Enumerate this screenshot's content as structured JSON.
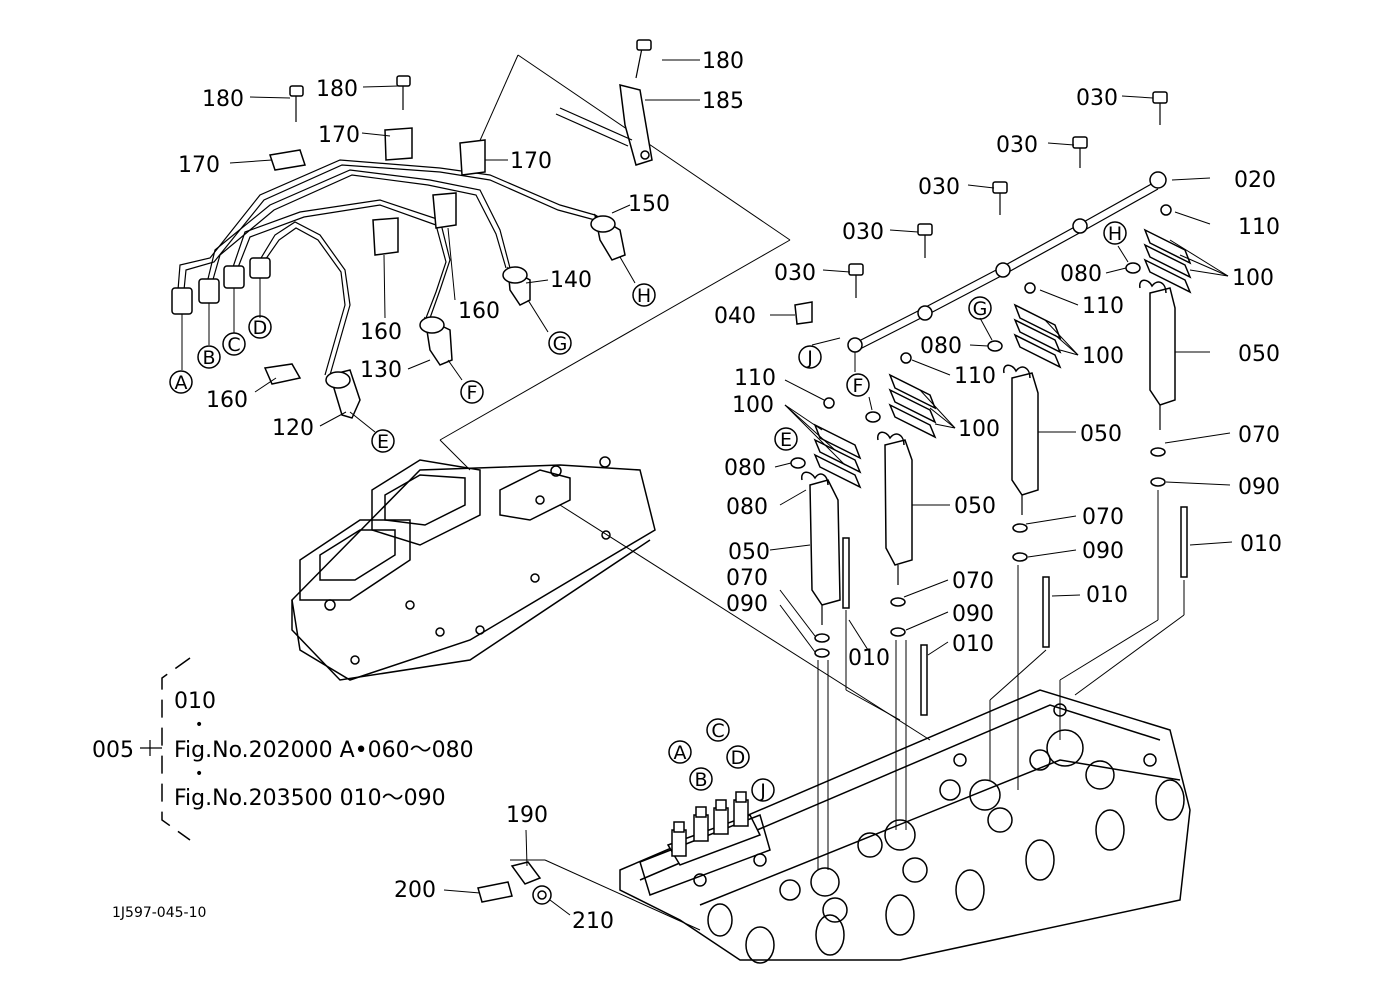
{
  "drawing_id": "1J597-045-10",
  "part_labels": {
    "p180a": "180",
    "p180b": "180",
    "p180c": "180",
    "p185": "185",
    "p170a": "170",
    "p170b": "170",
    "p170c": "170",
    "p160a": "160",
    "p160b": "160",
    "p160c": "160",
    "p150": "150",
    "p140": "140",
    "p130": "130",
    "p120": "120",
    "p030a": "030",
    "p030b": "030",
    "p030c": "030",
    "p030d": "030",
    "p030e": "030",
    "p020": "020",
    "p110a": "110",
    "p110b": "110",
    "p110c": "110",
    "p110d": "110",
    "p100a": "100",
    "p100b": "100",
    "p100c": "100",
    "p100d": "100",
    "p080a": "080",
    "p080b": "080",
    "p080c": "080",
    "p080d": "080",
    "p040": "040",
    "p050a": "050",
    "p050b": "050",
    "p050c": "050",
    "p050d": "050",
    "p070a": "070",
    "p070b": "070",
    "p070c": "070",
    "p070d": "070",
    "p090a": "090",
    "p090b": "090",
    "p090c": "090",
    "p090d": "090",
    "p010a": "010",
    "p010b": "010",
    "p010c": "010",
    "p010d": "010",
    "p190": "190",
    "p200": "200",
    "p210": "210"
  },
  "callouts": {
    "A1": "A",
    "B1": "B",
    "C1": "C",
    "D1": "D",
    "E1": "E",
    "F1": "F",
    "G1": "G",
    "H1": "H",
    "E2": "E",
    "F2": "F",
    "G2": "G",
    "H2": "H",
    "J2": "J",
    "A3": "A",
    "B3": "B",
    "C3": "C",
    "D3": "D",
    "J3": "J"
  },
  "reference_box": {
    "number": "005",
    "line1": "010",
    "dot1": "•",
    "line2": "Fig.No.202000  A•060～080",
    "dot2": "•",
    "line3": "Fig.No.203500  010～090"
  }
}
